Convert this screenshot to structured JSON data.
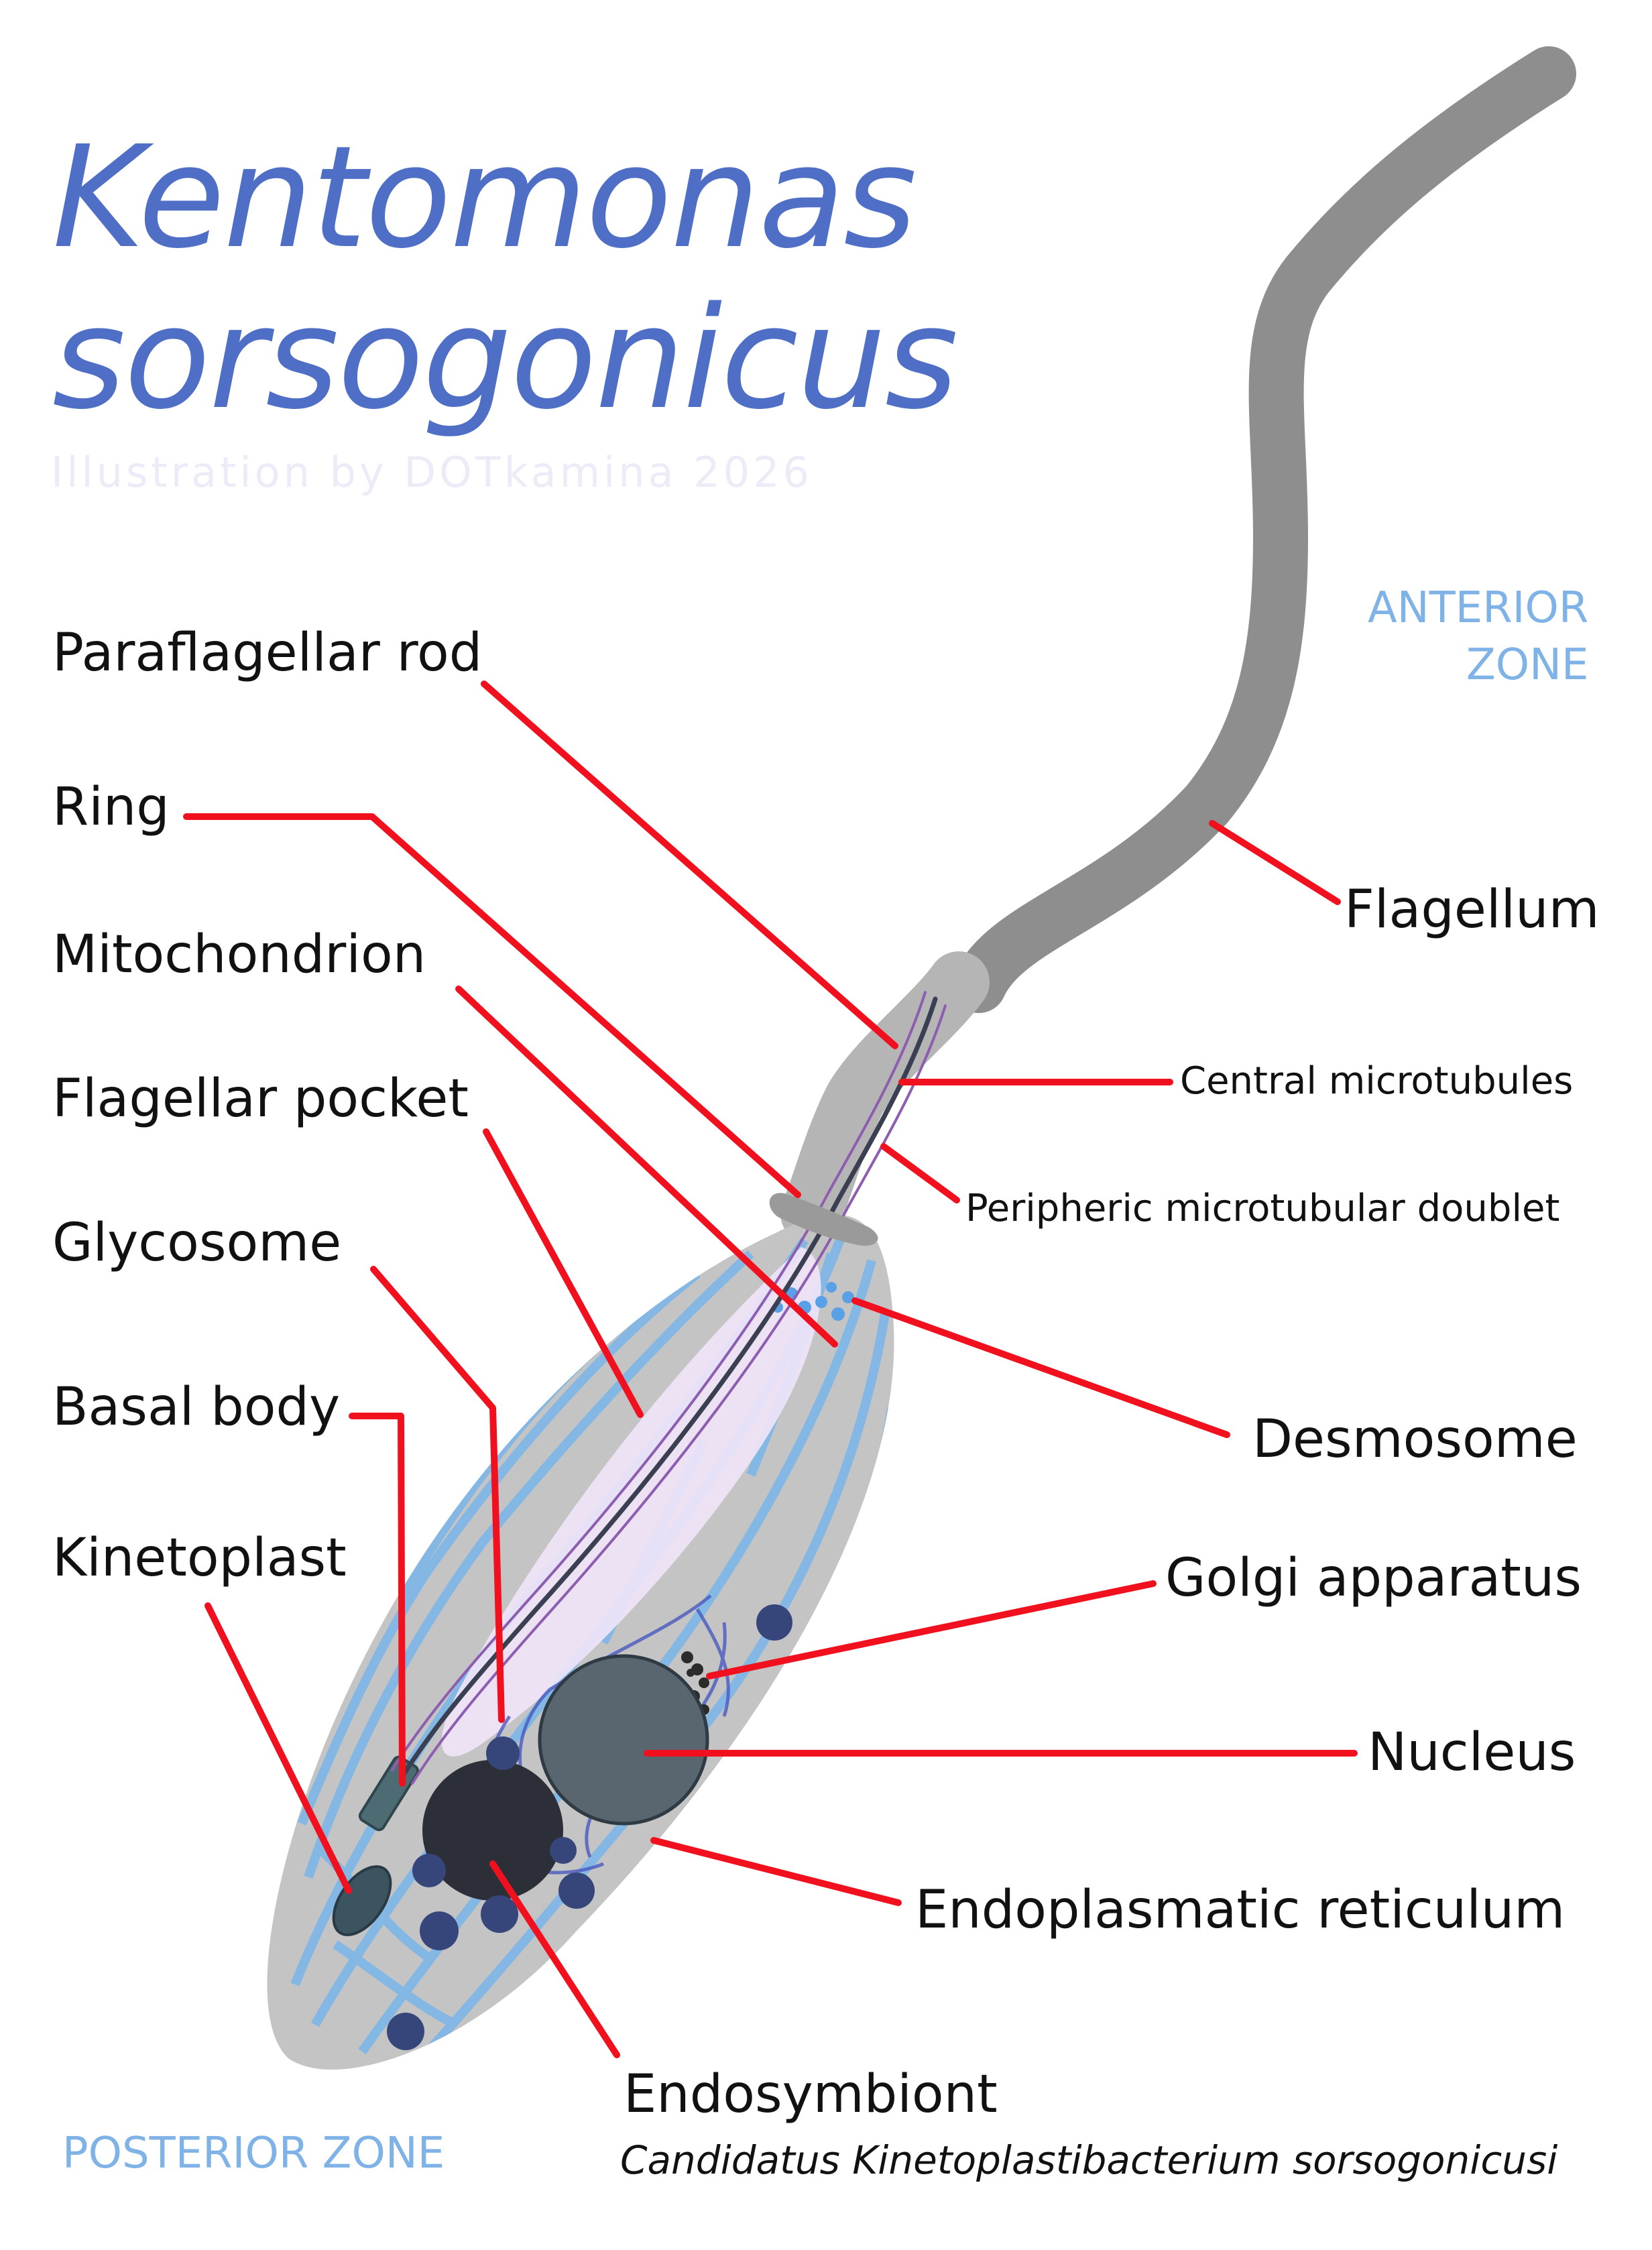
{
  "title": {
    "line1": "Kentomonas",
    "line2": "sorsogonicus"
  },
  "credit": "Illustration by DOTkamina 2026",
  "zones": {
    "anterior_line1": "ANTERIOR",
    "anterior_line2": "ZONE",
    "posterior": "POSTERIOR ZONE"
  },
  "labels": {
    "paraflagellar_rod": "Paraflagellar rod",
    "ring": "Ring",
    "mitochondrion": "Mitochondrion",
    "flagellar_pocket": "Flagellar pocket",
    "glycosome": "Glycosome",
    "basal_body": "Basal body",
    "kinetoplast": "Kinetoplast",
    "flagellum": "Flagellum",
    "central_microtubules": "Central microtubules",
    "peripheric_microtubular_doublet": "Peripheric microtubular doublet",
    "desmosome": "Desmosome",
    "golgi_apparatus": "Golgi apparatus",
    "nucleus": "Nucleus",
    "endoplasmatic_reticulum": "Endoplasmatic reticulum",
    "endosymbiont": "Endosymbiont",
    "endosymbiont_species": "Candidatus Kinetoplastibacterium sorsogonicusi"
  },
  "colors": {
    "title": "#4f6fc6",
    "zone_text": "#7fb2e6",
    "leader_lines": "#f0101e",
    "cell_body": "#c4c4c4",
    "flagellum": "#8e8e8e",
    "mitochondrion": "#7ab6ea",
    "flagellar_pocket": "#efe4f7",
    "glycosome": "#36457a",
    "nucleus": "#596670",
    "endosymbiont": "#2c2f38"
  }
}
